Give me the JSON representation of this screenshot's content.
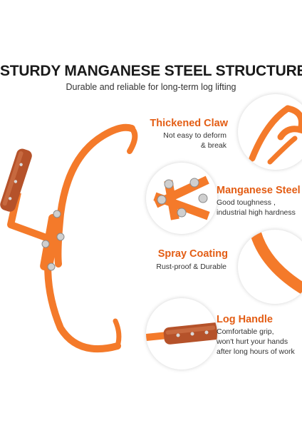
{
  "header": {
    "title": "STURDY MANGANESE STEEL STRUCTURE",
    "subtitle": "Durable and reliable for long-term log lifting"
  },
  "features": [
    {
      "title": "Thickened Claw",
      "desc_lines": [
        "Not easy to deform",
        "& break"
      ],
      "icon": "claw-closeup"
    },
    {
      "title": "Manganese Steel",
      "desc_lines": [
        "Good toughness ,",
        "industrial high hardness"
      ],
      "icon": "steel-links-closeup"
    },
    {
      "title": "Spray Coating",
      "desc_lines": [
        "Rust-proof & Durable"
      ],
      "icon": "coating-closeup"
    },
    {
      "title": "Log Handle",
      "desc_lines": [
        "Comfortable grip,",
        "won't hurt your hands",
        "after long hours of work"
      ],
      "icon": "wood-handle-closeup"
    }
  ],
  "colors": {
    "accent": "#e35d14",
    "steel_orange": "#f47a2a",
    "wood": "#b5522a"
  }
}
